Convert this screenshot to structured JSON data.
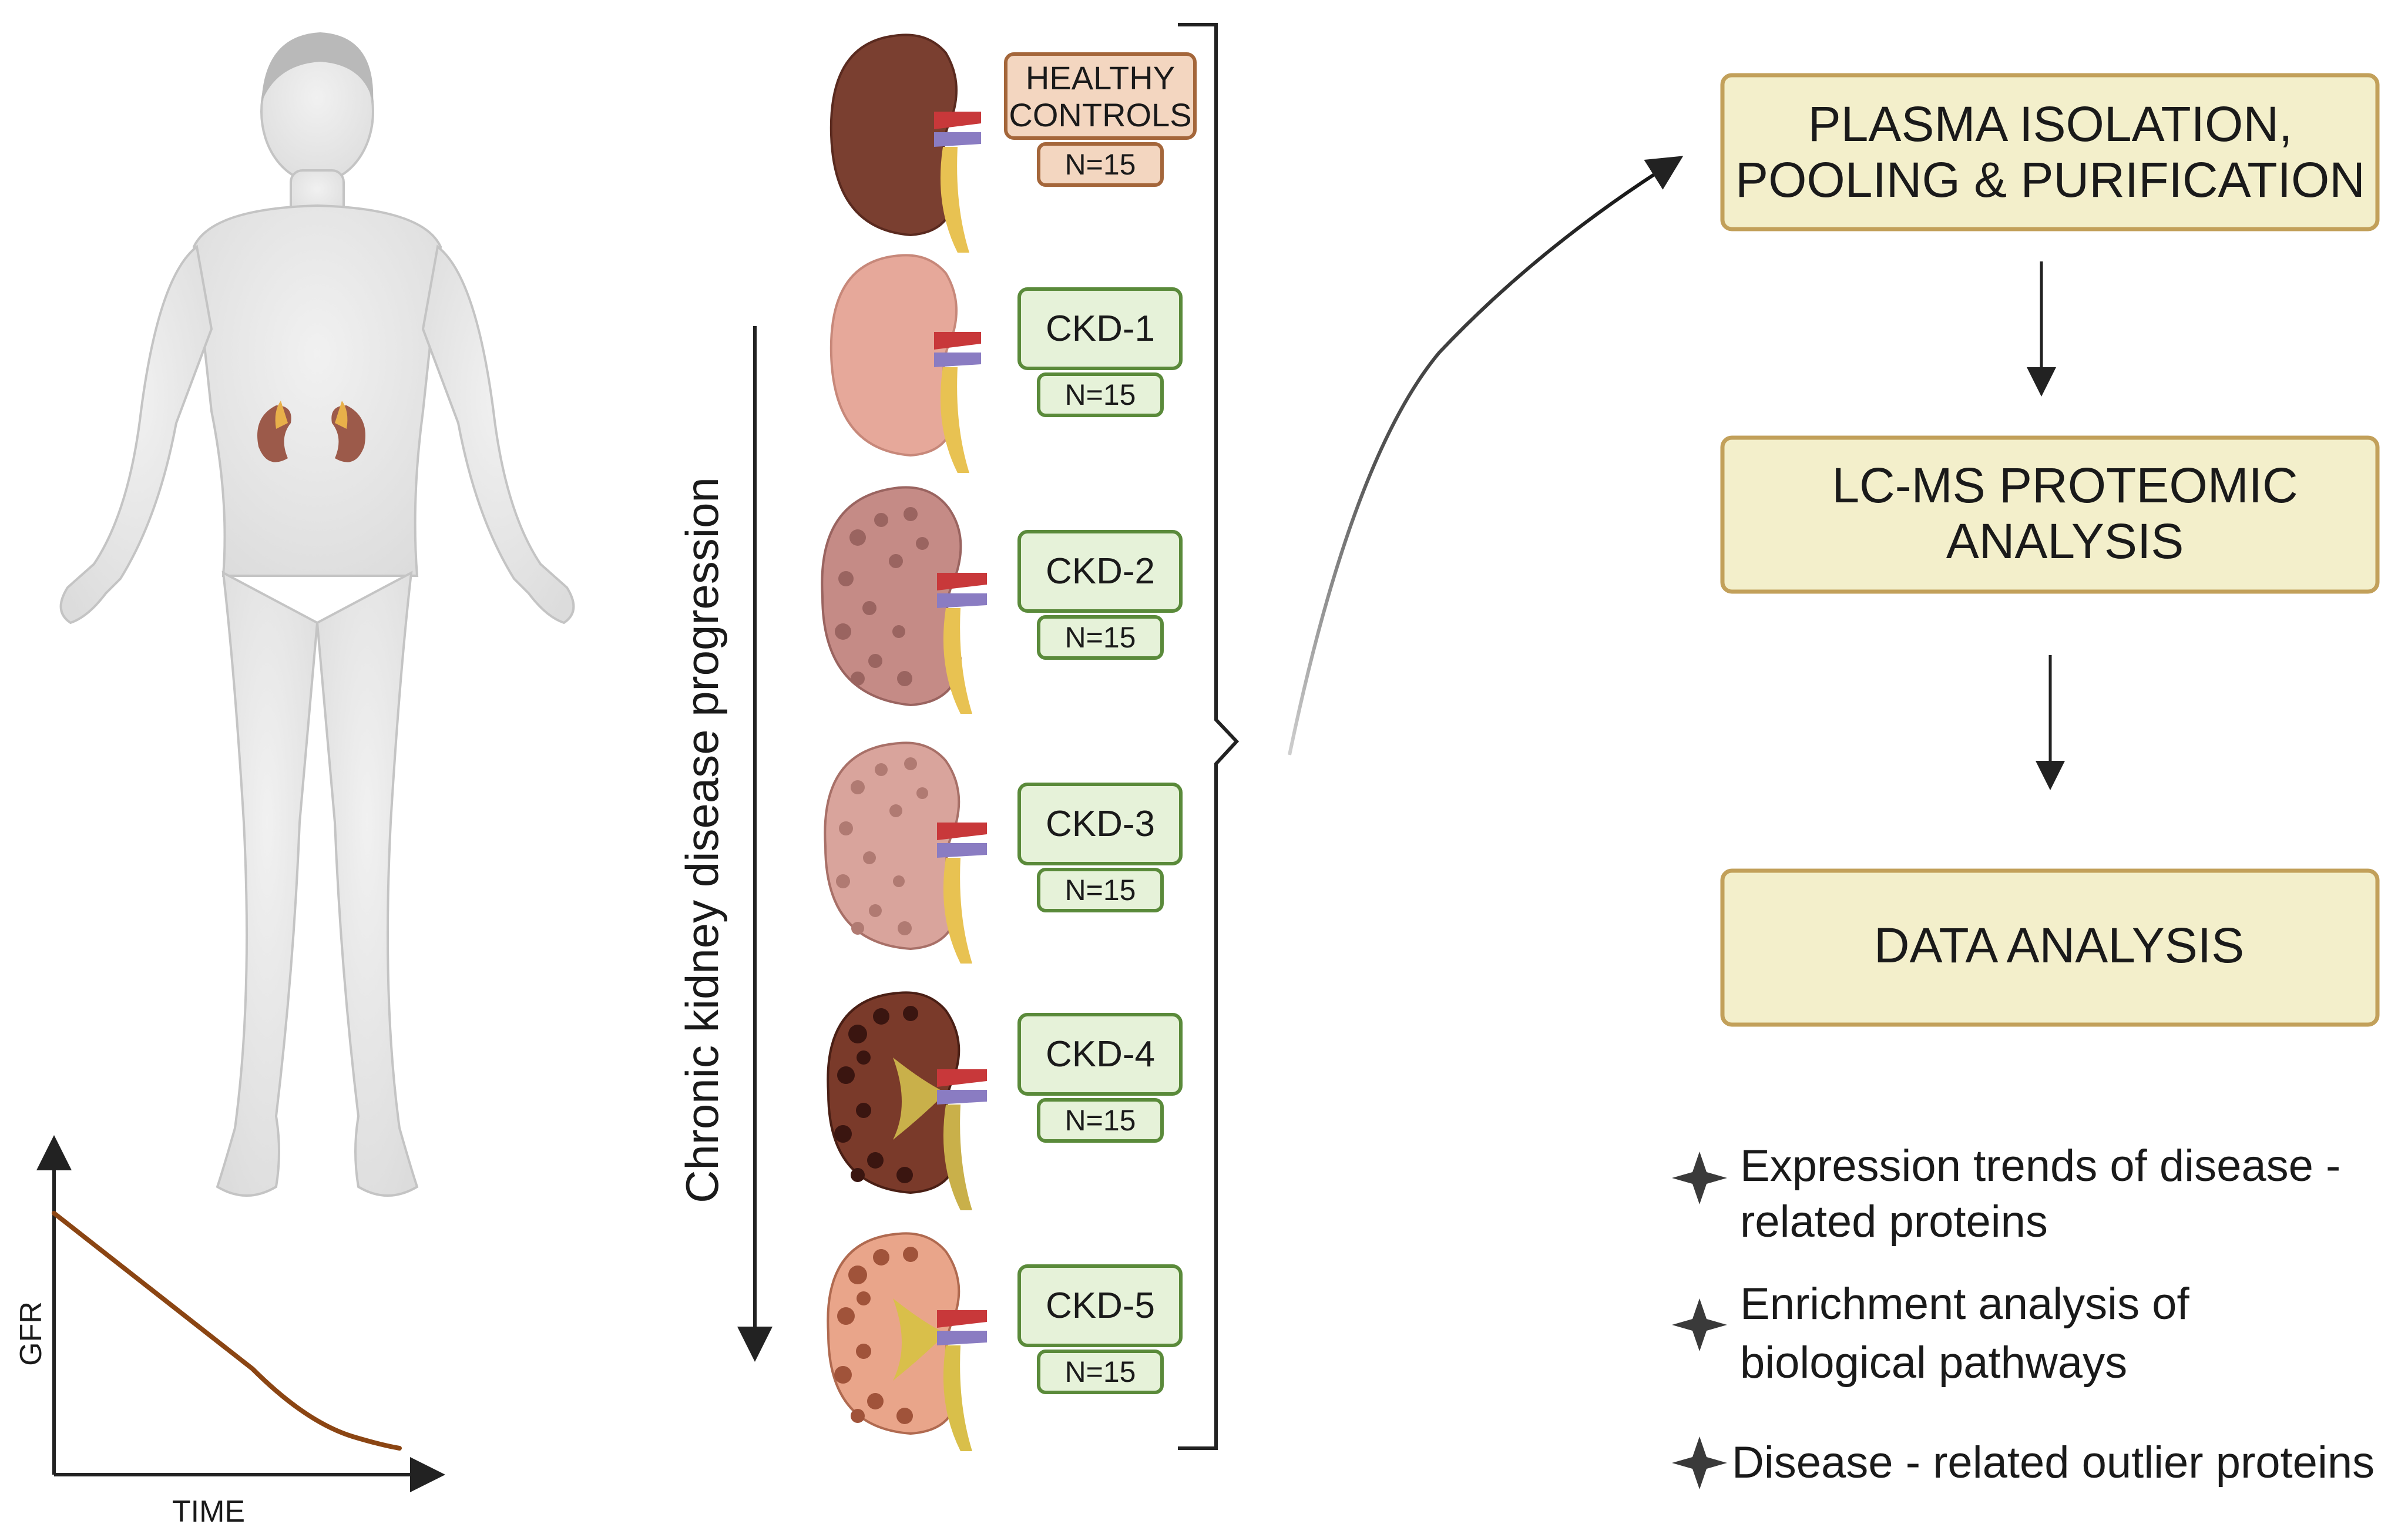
{
  "groups": [
    {
      "id": "healthy",
      "name_lines": [
        "HEALTHY",
        "CONTROLS"
      ],
      "n": "N=15"
    },
    {
      "id": "ckd1",
      "name_lines": [
        "CKD-1"
      ],
      "n": "N=15"
    },
    {
      "id": "ckd2",
      "name_lines": [
        "CKD-2"
      ],
      "n": "N=15"
    },
    {
      "id": "ckd3",
      "name_lines": [
        "CKD-3"
      ],
      "n": "N=15"
    },
    {
      "id": "ckd4",
      "name_lines": [
        "CKD-4"
      ],
      "n": "N=15"
    },
    {
      "id": "ckd5",
      "name_lines": [
        "CKD-5"
      ],
      "n": "N=15"
    }
  ],
  "progression_label": "Chronic kidney disease progression",
  "steps": [
    {
      "lines": [
        "PLASMA ISOLATION,",
        "POOLING & PURIFICATION"
      ]
    },
    {
      "lines": [
        "LC-MS PROTEOMIC",
        "ANALYSIS"
      ]
    },
    {
      "lines": [
        "DATA ANALYSIS"
      ]
    }
  ],
  "outcomes": [
    {
      "lines": [
        "Expression trends of disease -",
        "related proteins"
      ]
    },
    {
      "lines": [
        "Enrichment analysis of",
        "biological pathways"
      ]
    },
    {
      "lines": [
        "Disease - related outlier proteins"
      ]
    }
  ],
  "gfr_chart": {
    "ylabel": "GFR",
    "xlabel": "TIME"
  },
  "colors": {
    "healthy_fill": "#f3d6c0",
    "healthy_stroke": "#a4663a",
    "ckd_fill": "#e6f2d9",
    "ckd_stroke": "#5a8a3a",
    "step_fill": "#f3efcb",
    "step_stroke": "#c2a05a",
    "gfr_line": "#8b4513"
  },
  "icons": [
    "human-body-icon",
    "kidney-icon",
    "star-bullet-icon",
    "arrow-icon"
  ]
}
